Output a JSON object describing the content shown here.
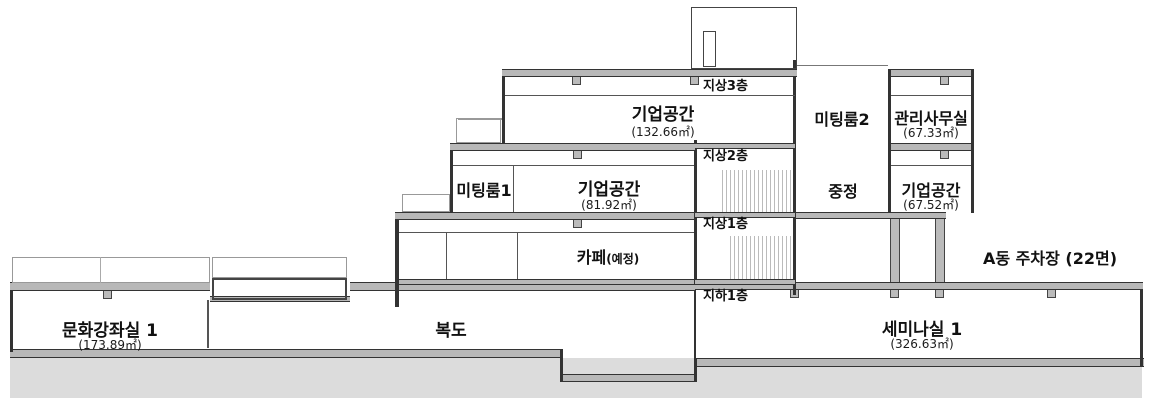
{
  "floors": {
    "f3": "지상3층",
    "f2": "지상2층",
    "f1": "지상1층",
    "b1": "지하1층"
  },
  "rooms": {
    "corporate_space_3f": {
      "name": "기업공간",
      "area": "(132.66㎡)"
    },
    "meeting_room_2": {
      "name": "미팅룸2"
    },
    "management_office": {
      "name": "관리사무실",
      "area": "(67.33㎡)"
    },
    "meeting_room_1": {
      "name": "미팅룸1"
    },
    "corporate_space_2f_left": {
      "name": "기업공간",
      "area": "(81.92㎡)"
    },
    "atrium": {
      "name": "중정"
    },
    "corporate_space_2f_right": {
      "name": "기업공간",
      "area": "(67.52㎡)"
    },
    "cafe": {
      "name": "카페",
      "note": "(예정)"
    },
    "parking": {
      "name": "A동 주차장 (22면)"
    },
    "culture_lecture_room_1": {
      "name": "문화강좌실 1",
      "area": "(173.89㎡)"
    },
    "corridor": {
      "name": "복도"
    },
    "seminar_room_1": {
      "name": "세미나실 1",
      "area": "(326.63㎡)"
    }
  },
  "colors": {
    "wall": "#333333",
    "slab_fill": "#b8b8b8",
    "ground": "#dcdcdc",
    "area_text": "#1a1a1a"
  }
}
